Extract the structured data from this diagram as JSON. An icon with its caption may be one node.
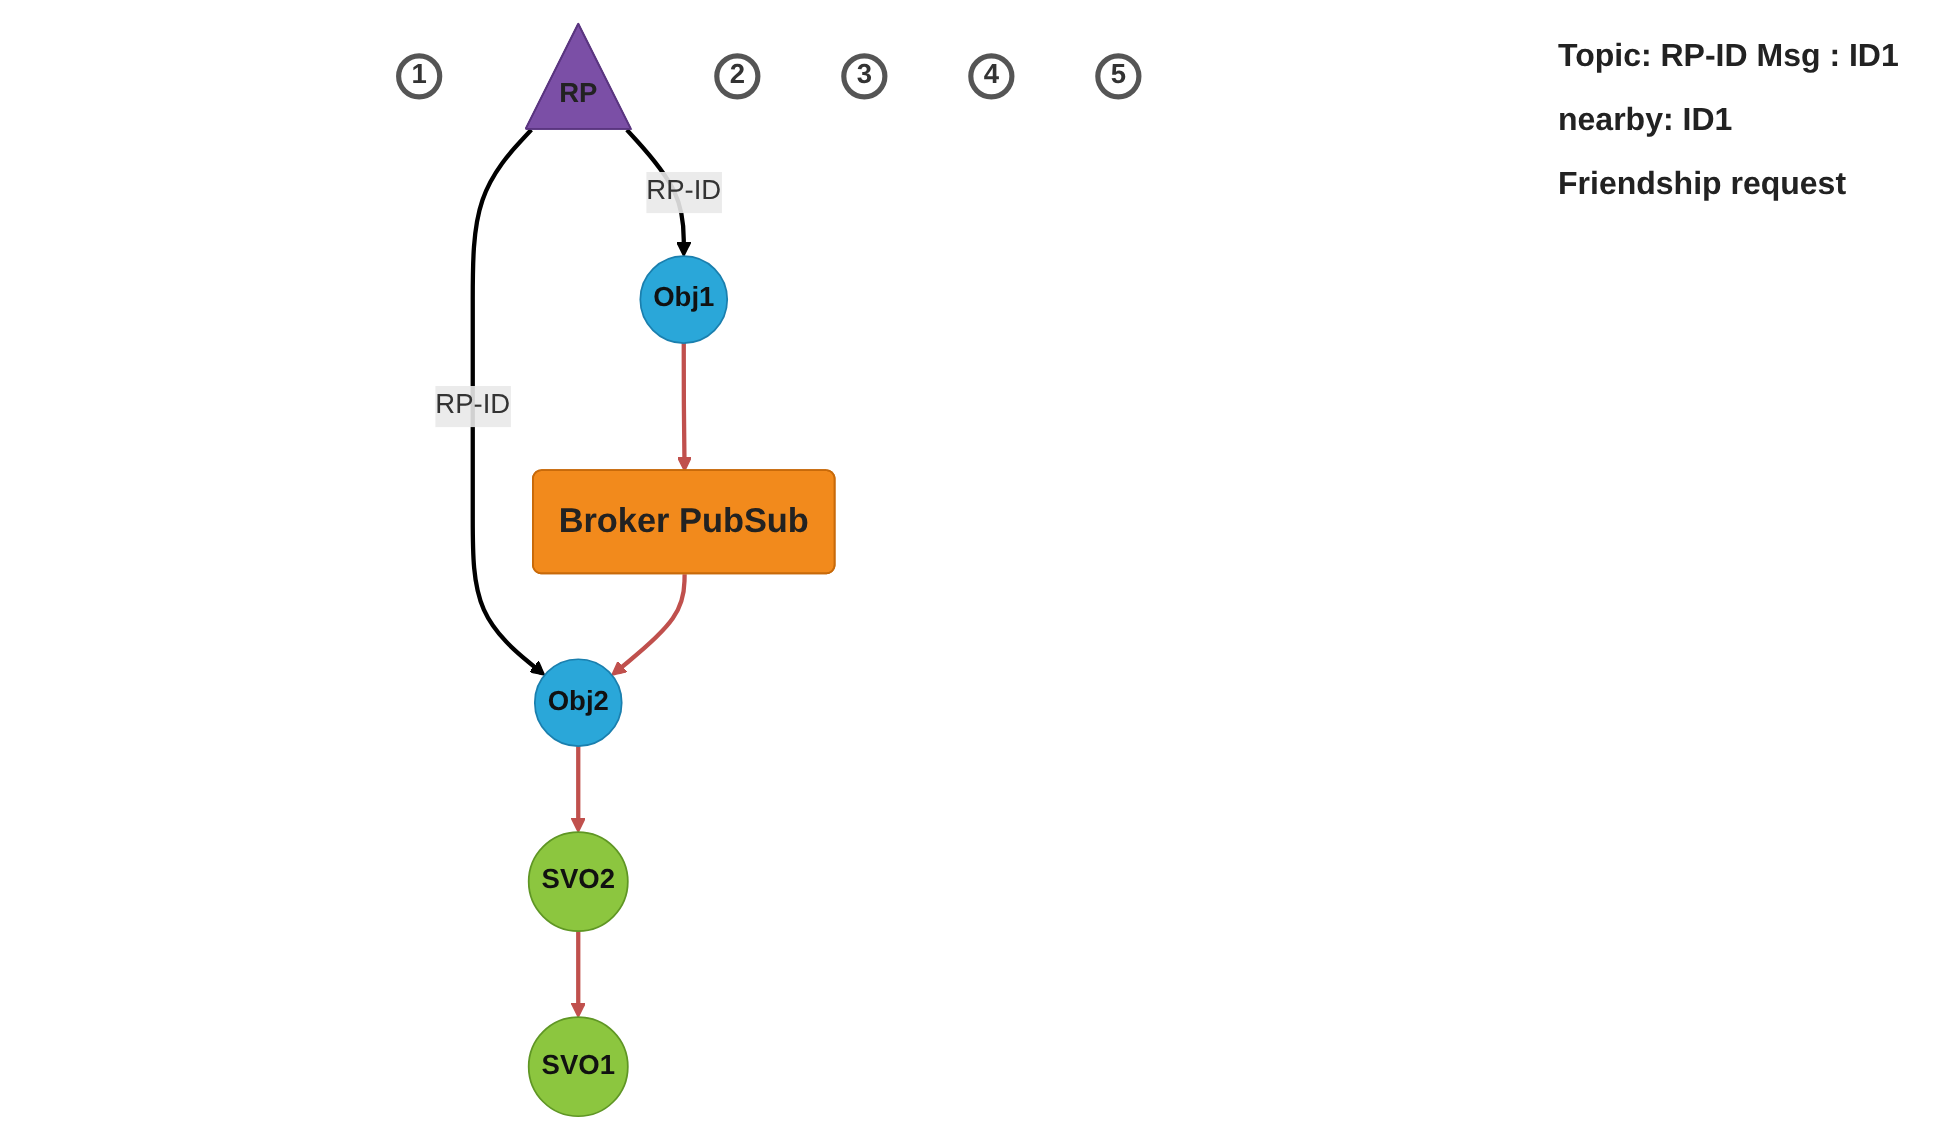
{
  "diagram": {
    "nodes": [
      {
        "text": [
          "1"
        ]
      },
      {
        "text": [
          "RP"
        ]
      },
      {
        "text": [
          "Obj1"
        ]
      },
      {
        "text": [
          "Obj2"
        ]
      },
      {
        "text": [
          "2"
        ]
      },
      {
        "text": [
          "3"
        ]
      },
      {
        "text": [
          "Broker PubSub"
        ]
      },
      {
        "text": [
          "4"
        ]
      },
      {
        "text": [
          "SVO1"
        ]
      },
      {
        "text": [
          "SVO2"
        ]
      },
      {
        "text": [
          "5"
        ]
      }
    ],
    "edges": [
      {
        "from": 1,
        "to": 2,
        "arrow": "to",
        "label": "RP-ID",
        "color": "#000000"
      },
      {
        "from": 1,
        "to": 3,
        "arrow": "to",
        "label": "RP-ID",
        "color": "#000000"
      },
      {
        "from": 2,
        "to": 6,
        "arrow": "to"
      },
      {
        "from": 6,
        "to": 3,
        "arrow": "to"
      },
      {
        "from": 3,
        "to": 9,
        "arrow": "to"
      },
      {
        "from": 9,
        "to": 8,
        "arrow": "to"
      }
    ],
    "labels": [
      "Topic: RP-ID Msg : ID1",
      "nearby: ID1",
      "Friendship request"
    ]
  }
}
